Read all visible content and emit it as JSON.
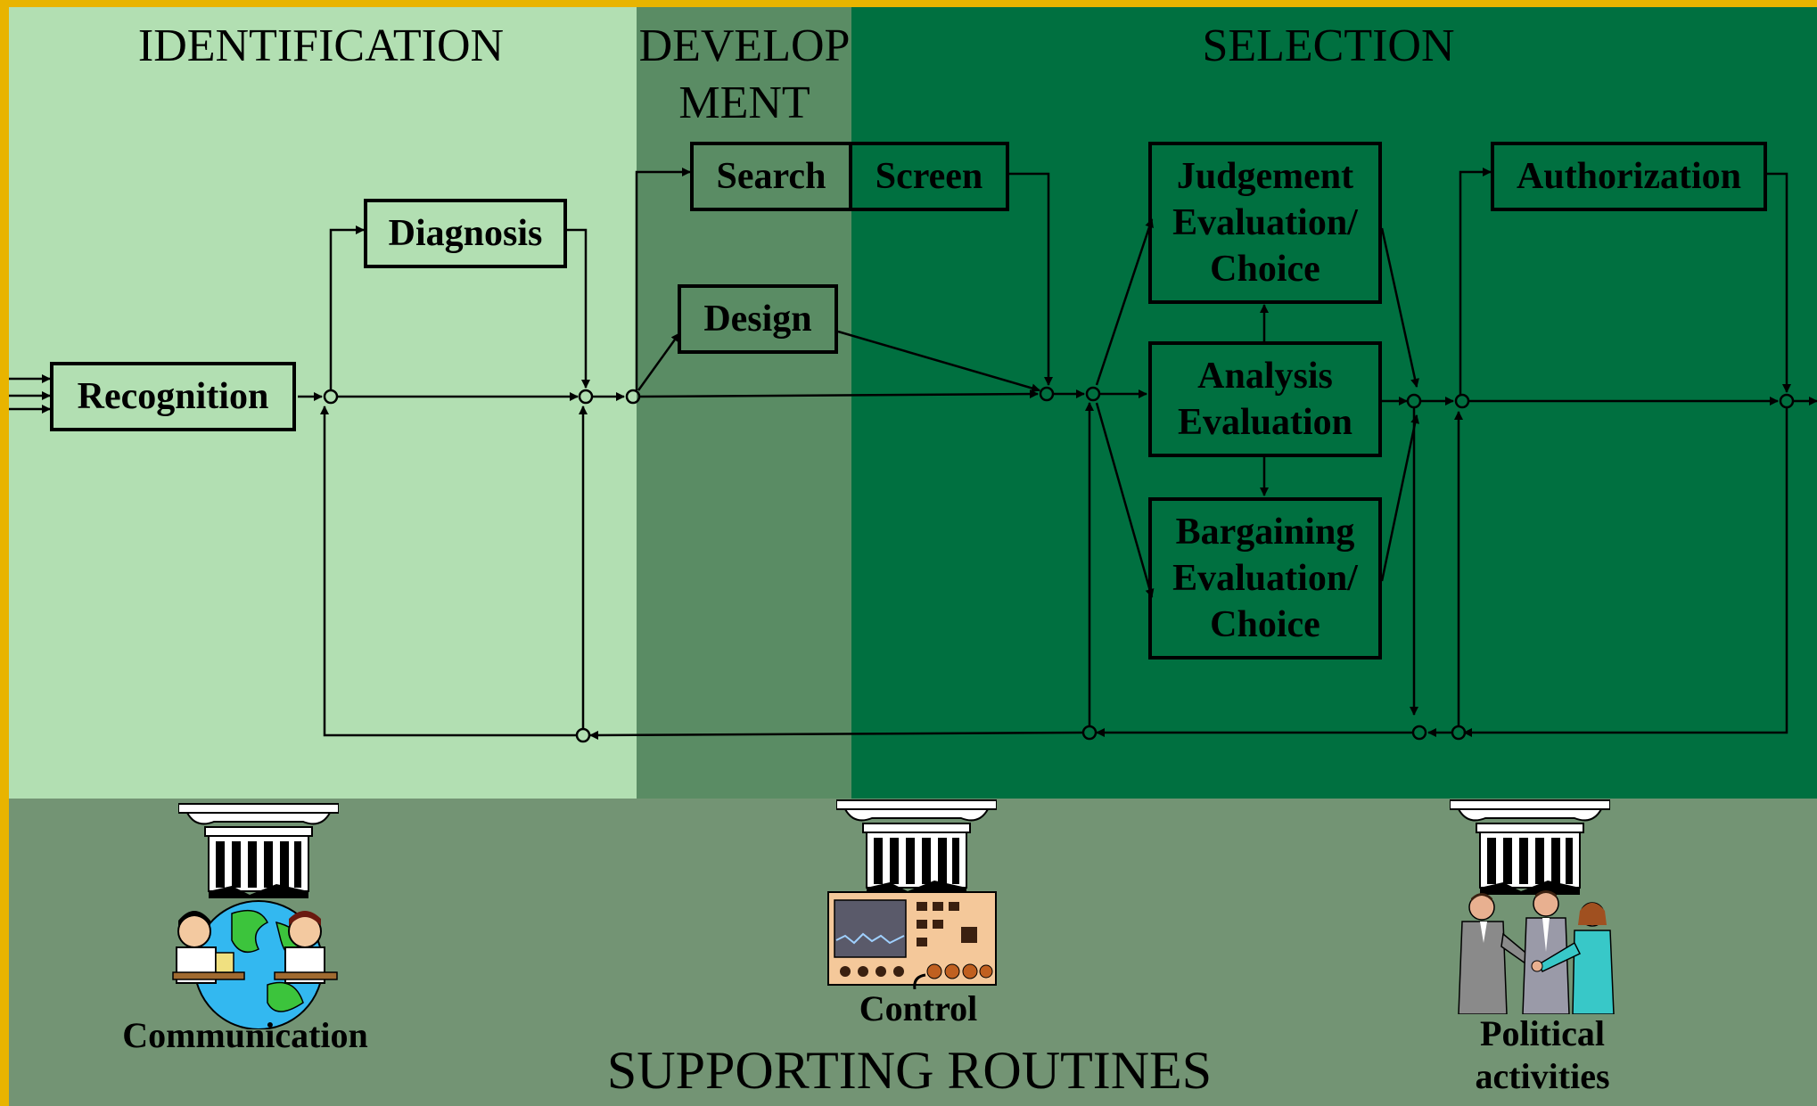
{
  "phases": {
    "identification": "IDENTIFICATION",
    "development": "DEVELOP\nMENT",
    "selection": "SELECTION"
  },
  "boxes": {
    "recognition": "Recognition",
    "diagnosis": "Diagnosis",
    "search": "Search",
    "screen": "Screen",
    "design": "Design",
    "judgement": "Judgement\nEvaluation/\nChoice",
    "analysis": "Analysis\nEvaluation",
    "bargaining": "Bargaining\nEvaluation/\nChoice",
    "authorization": "Authorization"
  },
  "routines": {
    "title": "SUPPORTING ROUTINES",
    "communication": "Communication",
    "control": "Control",
    "political": "Political\nactivities"
  },
  "colors": {
    "identification_bg": "#b2dfb2",
    "development_bg": "#5a8c64",
    "selection_bg": "#007040",
    "routines_bg": "#739474",
    "border": "#e8b400"
  },
  "icons": {
    "column": "greek-column-icon",
    "communication": "globe-phone-people-icon",
    "control": "control-panel-icon",
    "political": "handshake-people-icon"
  }
}
